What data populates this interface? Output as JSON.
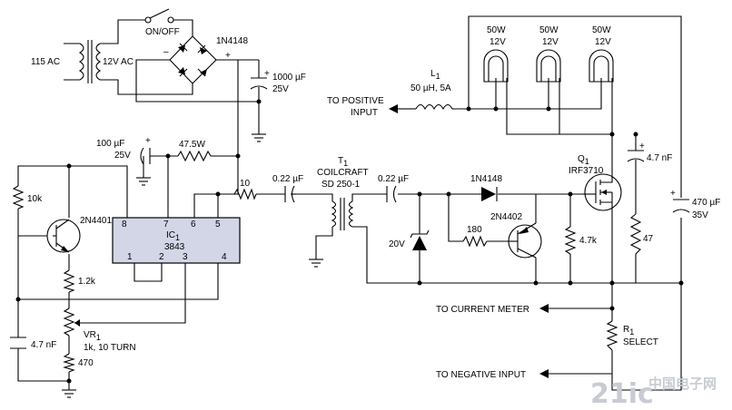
{
  "transformer_input": {
    "label": "115 AC",
    "secondary": "12V AC"
  },
  "switch": {
    "label": "ON/OFF"
  },
  "bridge": {
    "label": "1N4148",
    "minus": "–",
    "plus": "+"
  },
  "cap_1000": {
    "plus": "+",
    "value": "1000 µF",
    "voltage": "25V"
  },
  "cap_100": {
    "plus": "+",
    "value": "100 µF",
    "voltage": "25V"
  },
  "resistor_47_5w": {
    "label": "47.5W"
  },
  "resistor_10k": {
    "label": "10k"
  },
  "transistor_2n4401": {
    "label": "2N4401"
  },
  "resistor_1_2k": {
    "label": "1.2k"
  },
  "ic": {
    "label": "IC",
    "sub": "1",
    "part": "3843",
    "pins": {
      "p8": "8",
      "p7": "7",
      "p6": "6",
      "p5": "5",
      "p1": "1",
      "p2": "2",
      "p3": "3",
      "p4": "4"
    }
  },
  "vr1": {
    "label": "VR",
    "sub": "1",
    "spec": "1k, 10 TURN"
  },
  "cap_4_7nf_left": {
    "label": "4.7 nF"
  },
  "resistor_470": {
    "label": "470"
  },
  "resistor_10": {
    "label": "10"
  },
  "cap_0_22_a": {
    "label": "0.22 µF"
  },
  "t1": {
    "label": "T",
    "sub": "1",
    "maker": "COILCRAFT",
    "part": "SD 250-1"
  },
  "cap_0_22_b": {
    "label": "0.22 µF"
  },
  "diode_1n4148": {
    "label": "1N4148"
  },
  "zener": {
    "label": "20V"
  },
  "resistor_180": {
    "label": "180"
  },
  "transistor_2n4402": {
    "label": "2N4402"
  },
  "resistor_4_7k": {
    "label": "4.7k"
  },
  "q1": {
    "label": "Q",
    "sub": "1",
    "part": "IRF3710"
  },
  "cap_4_7nf_right": {
    "plus": "+",
    "label": "4.7 nF"
  },
  "resistor_47": {
    "label": "47"
  },
  "cap_470": {
    "plus": "+",
    "value": "470 µF",
    "voltage": "35V"
  },
  "inductor_l1": {
    "label": "L",
    "sub": "1",
    "spec": "50 µH, 5A"
  },
  "positive_input": {
    "line1": "TO POSITIVE",
    "line2": "INPUT"
  },
  "lamps": [
    {
      "watts": "50W",
      "volts": "12V"
    },
    {
      "watts": "50W",
      "volts": "12V"
    },
    {
      "watts": "50W",
      "volts": "12V"
    }
  ],
  "current_meter": {
    "label": "TO CURRENT METER"
  },
  "r1": {
    "label": "R",
    "sub": "1",
    "select": "SELECT"
  },
  "negative_input": {
    "label": "TO NEGATIVE INPUT"
  },
  "watermark": {
    "text": "21ic",
    "cn": "中国电子网"
  }
}
